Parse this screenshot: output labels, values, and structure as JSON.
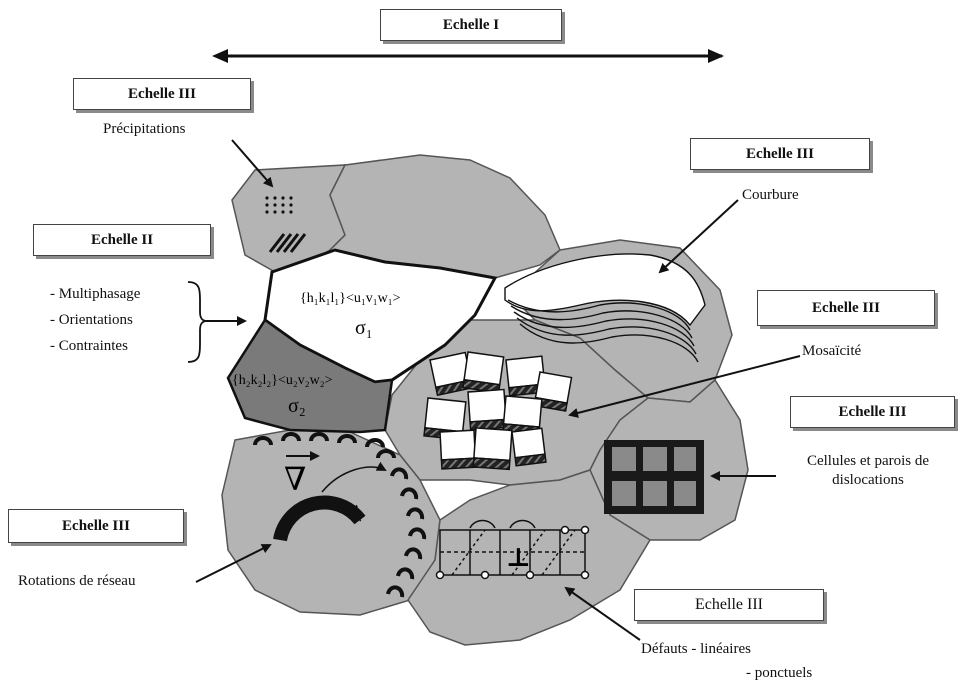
{
  "scales": {
    "scale_1": "Echelle I",
    "scale_3_precipitations": "Echelle III",
    "scale_3_curvature": "Echelle III",
    "scale_2": "Echelle II",
    "scale_3_mosaicity": "Echelle III",
    "scale_3_cells": "Echelle III",
    "scale_3_rotations": "Echelle III",
    "scale_3_defects": "Echelle III"
  },
  "labels": {
    "precipitations": "Précipitations",
    "curvature": "Courbure",
    "multiphase": "- Multiphasage",
    "orientations": "- Orientations",
    "stresses": "- Contraintes",
    "mosaicity": "Mosaïcité",
    "cells_line1": "Cellules et parois de",
    "cells_line2": "dislocations",
    "rotations": "Rotations de réseau",
    "defects_line1": "Défauts - linéaires",
    "defects_line2": "- ponctuels"
  },
  "grains": {
    "grain1_orientation": "{h₁k₁l₁}<u₁v₁w₁>",
    "grain1_stress": "σ₁",
    "grain2_orientation": "{h₂k₂l₂}<u₂v₂w₂>",
    "grain2_stress": "σ₂",
    "gradient_symbol": "∇",
    "dislocation_symbol": "⊥"
  },
  "colors": {
    "grain_fill": "#b4b4b4",
    "dark_grain_fill": "#7a7a7a",
    "outline": "#111111"
  }
}
